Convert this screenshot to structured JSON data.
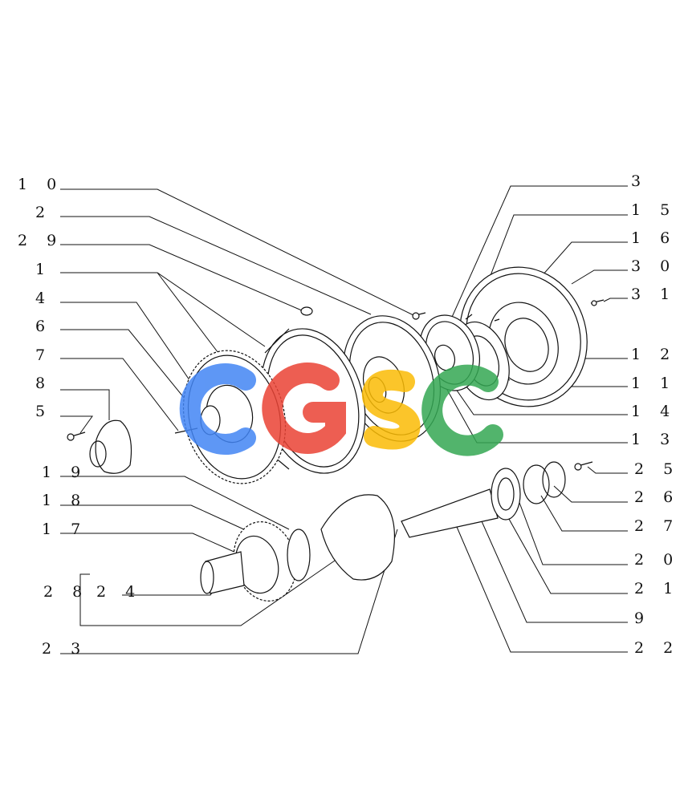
{
  "labels_left": [
    {
      "id": "10",
      "text": "1 0"
    },
    {
      "id": "2",
      "text": "2"
    },
    {
      "id": "29",
      "text": "2 9"
    },
    {
      "id": "1",
      "text": "1"
    },
    {
      "id": "4",
      "text": "4"
    },
    {
      "id": "6",
      "text": "6"
    },
    {
      "id": "7",
      "text": "7"
    },
    {
      "id": "8",
      "text": "8"
    },
    {
      "id": "5",
      "text": "5"
    },
    {
      "id": "19",
      "text": "1 9"
    },
    {
      "id": "18",
      "text": "1 8"
    },
    {
      "id": "17",
      "text": "1 7"
    },
    {
      "id": "28",
      "text": "2 8"
    },
    {
      "id": "24",
      "text": "2 4"
    },
    {
      "id": "23",
      "text": "2 3"
    }
  ],
  "labels_right": [
    {
      "id": "3",
      "text": "3"
    },
    {
      "id": "15",
      "text": "1 5"
    },
    {
      "id": "16",
      "text": "1 6"
    },
    {
      "id": "30",
      "text": "3 0"
    },
    {
      "id": "31",
      "text": "3 1"
    },
    {
      "id": "12",
      "text": "1 2"
    },
    {
      "id": "11",
      "text": "1 1"
    },
    {
      "id": "14",
      "text": "1 4"
    },
    {
      "id": "13",
      "text": "1 3"
    },
    {
      "id": "25",
      "text": "2 5"
    },
    {
      "id": "26",
      "text": "2 6"
    },
    {
      "id": "27",
      "text": "2 7"
    },
    {
      "id": "20",
      "text": "2 0"
    },
    {
      "id": "21",
      "text": "2 1"
    },
    {
      "id": "9",
      "text": "9"
    },
    {
      "id": "22",
      "text": "2 2"
    }
  ],
  "watermark": {
    "text": "CGSC",
    "colors": [
      "#4285f4",
      "#ea4335",
      "#fbbc05",
      "#34a853"
    ]
  }
}
